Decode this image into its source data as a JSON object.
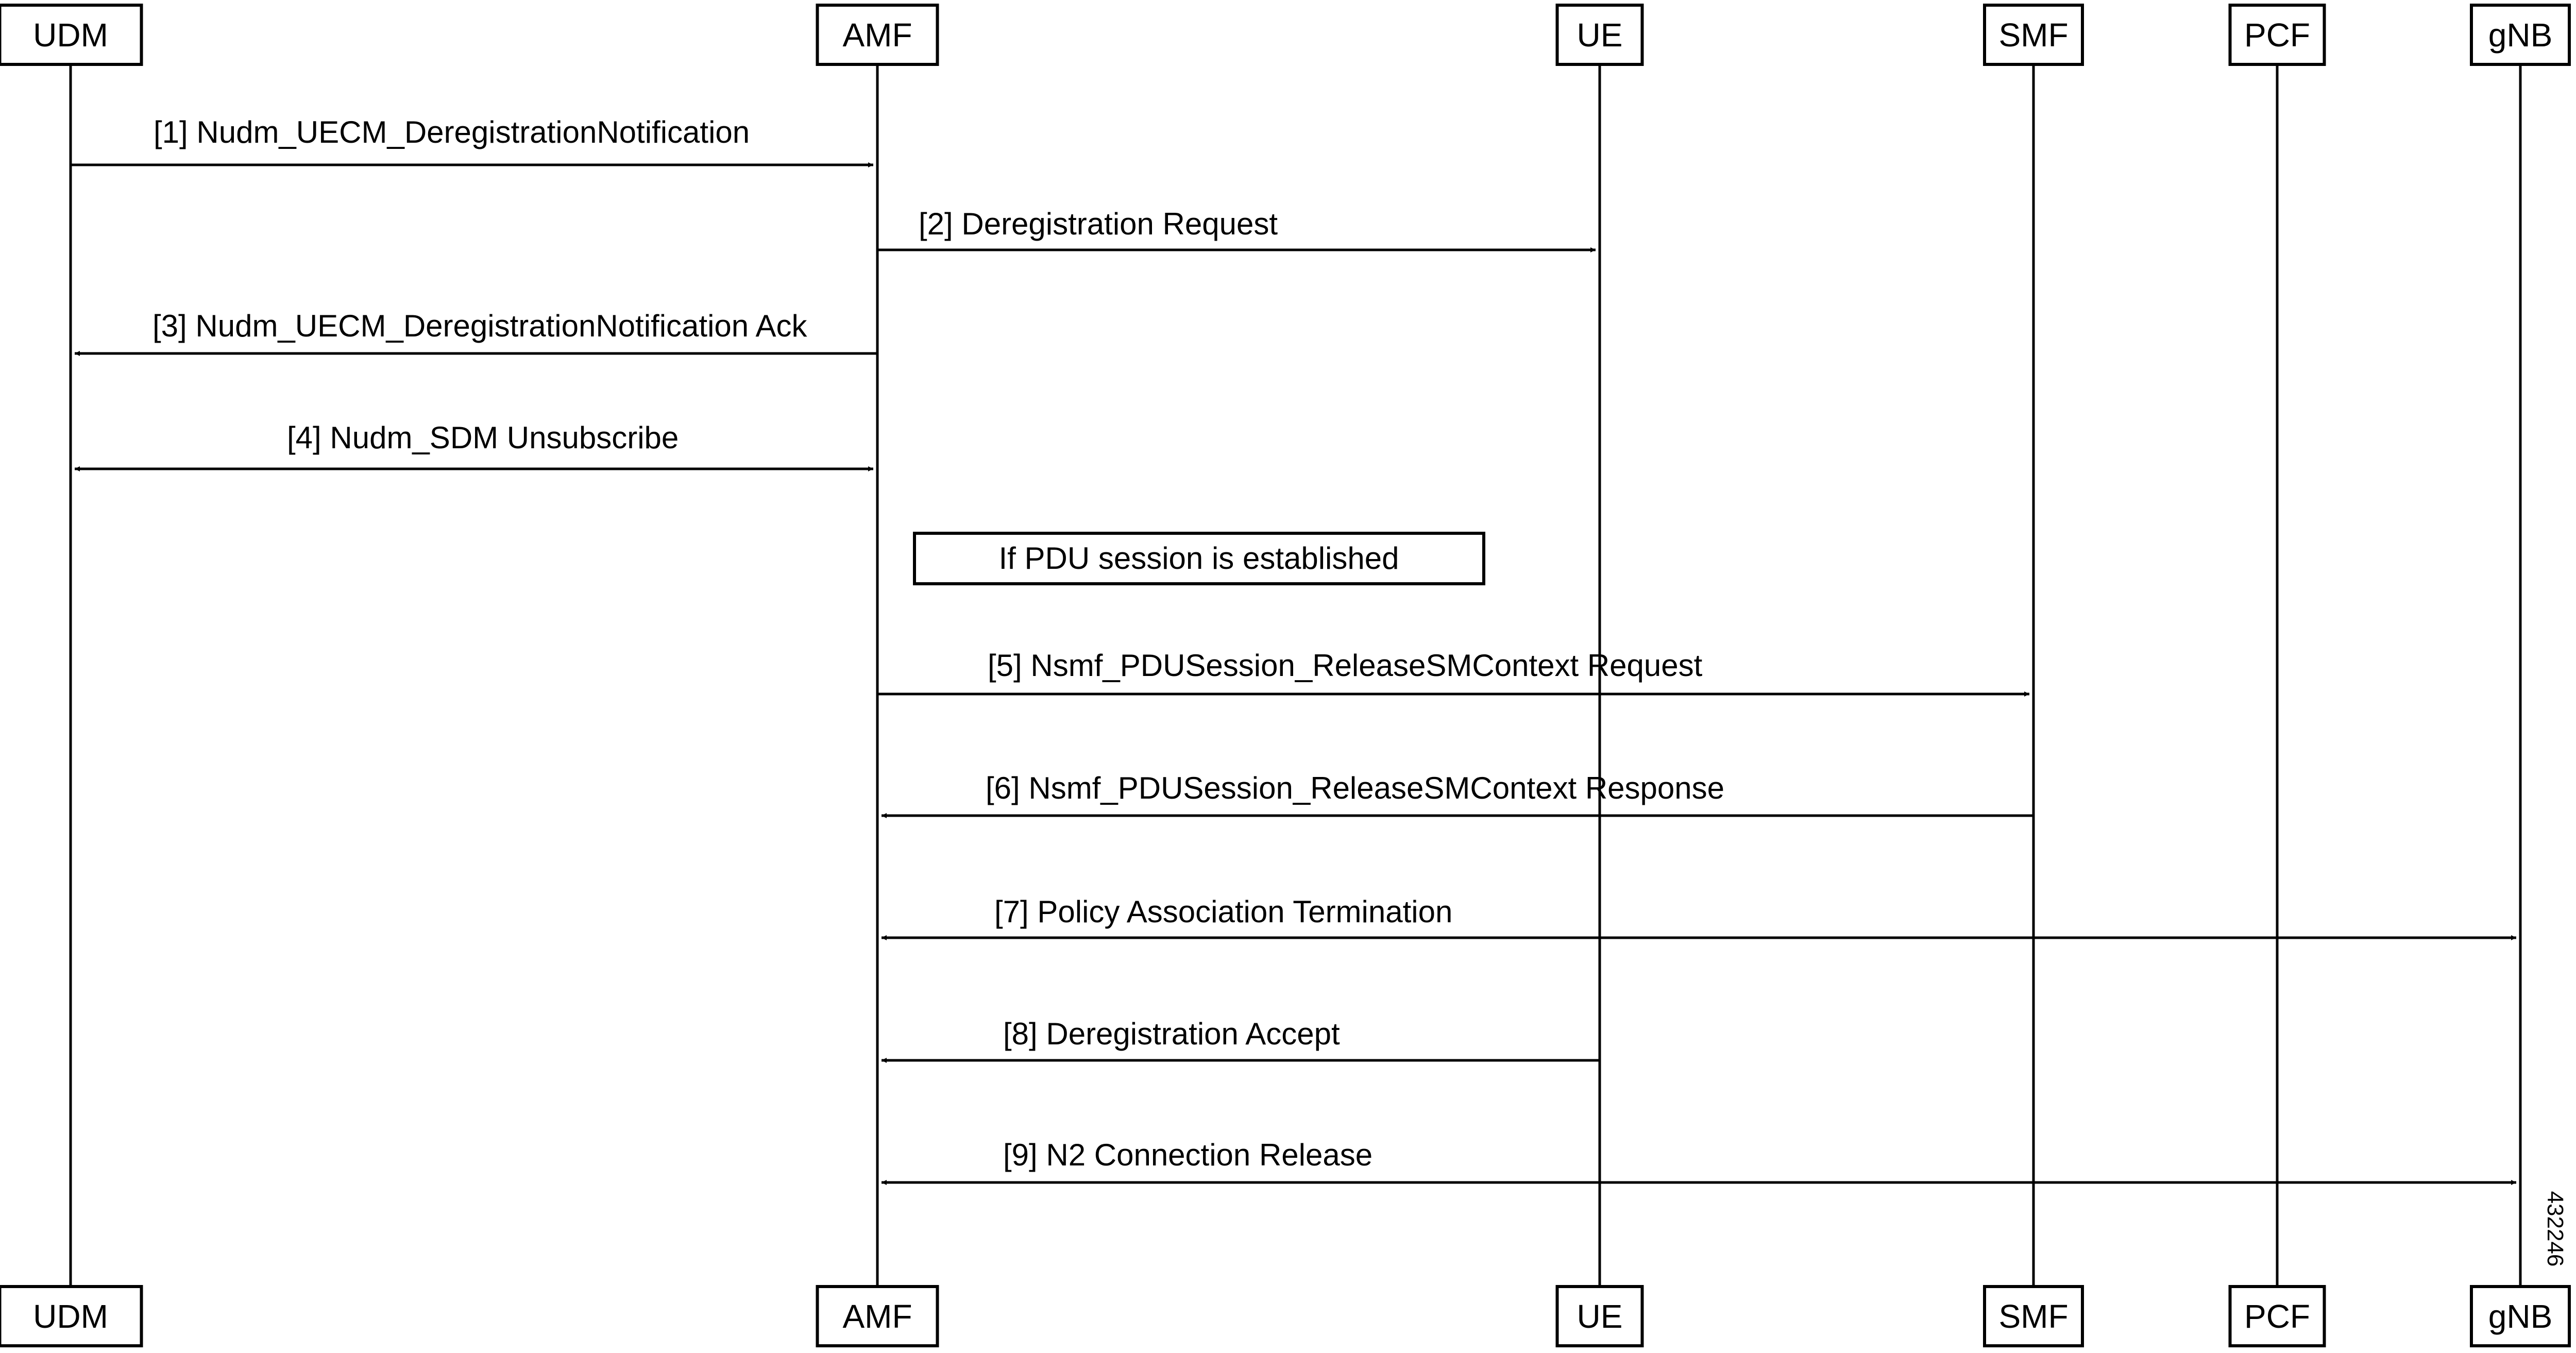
{
  "participants": [
    {
      "id": "udm",
      "label": "UDM"
    },
    {
      "id": "amf",
      "label": "AMF"
    },
    {
      "id": "ue",
      "label": "UE"
    },
    {
      "id": "smf",
      "label": "SMF"
    },
    {
      "id": "pcf",
      "label": "PCF"
    },
    {
      "id": "gnb",
      "label": "gNB"
    }
  ],
  "messages": [
    {
      "label": "[1] Nudm_UECM_DeregistrationNotification",
      "from": "udm",
      "to": "amf",
      "bidirectional": false
    },
    {
      "label": "[2] Deregistration Request",
      "from": "amf",
      "to": "ue",
      "bidirectional": false
    },
    {
      "label": "[3] Nudm_UECM_DeregistrationNotification Ack",
      "from": "amf",
      "to": "udm",
      "bidirectional": false
    },
    {
      "label": "[4] Nudm_SDM Unsubscribe",
      "from": "udm",
      "to": "amf",
      "bidirectional": true
    },
    {
      "label": "[5] Nsmf_PDUSession_ReleaseSMContext Request",
      "from": "amf",
      "to": "smf",
      "bidirectional": false
    },
    {
      "label": "[6] Nsmf_PDUSession_ReleaseSMContext Response",
      "from": "smf",
      "to": "amf",
      "bidirectional": false
    },
    {
      "label": "[7] Policy Association Termination",
      "from": "amf",
      "to": "gnb",
      "bidirectional": true
    },
    {
      "label": "[8] Deregistration Accept",
      "from": "ue",
      "to": "amf",
      "bidirectional": false
    },
    {
      "label": "[9] N2 Connection Release",
      "from": "amf",
      "to": "gnb",
      "bidirectional": true
    }
  ],
  "condition_note": "If PDU session is established",
  "figure_id": "432246"
}
